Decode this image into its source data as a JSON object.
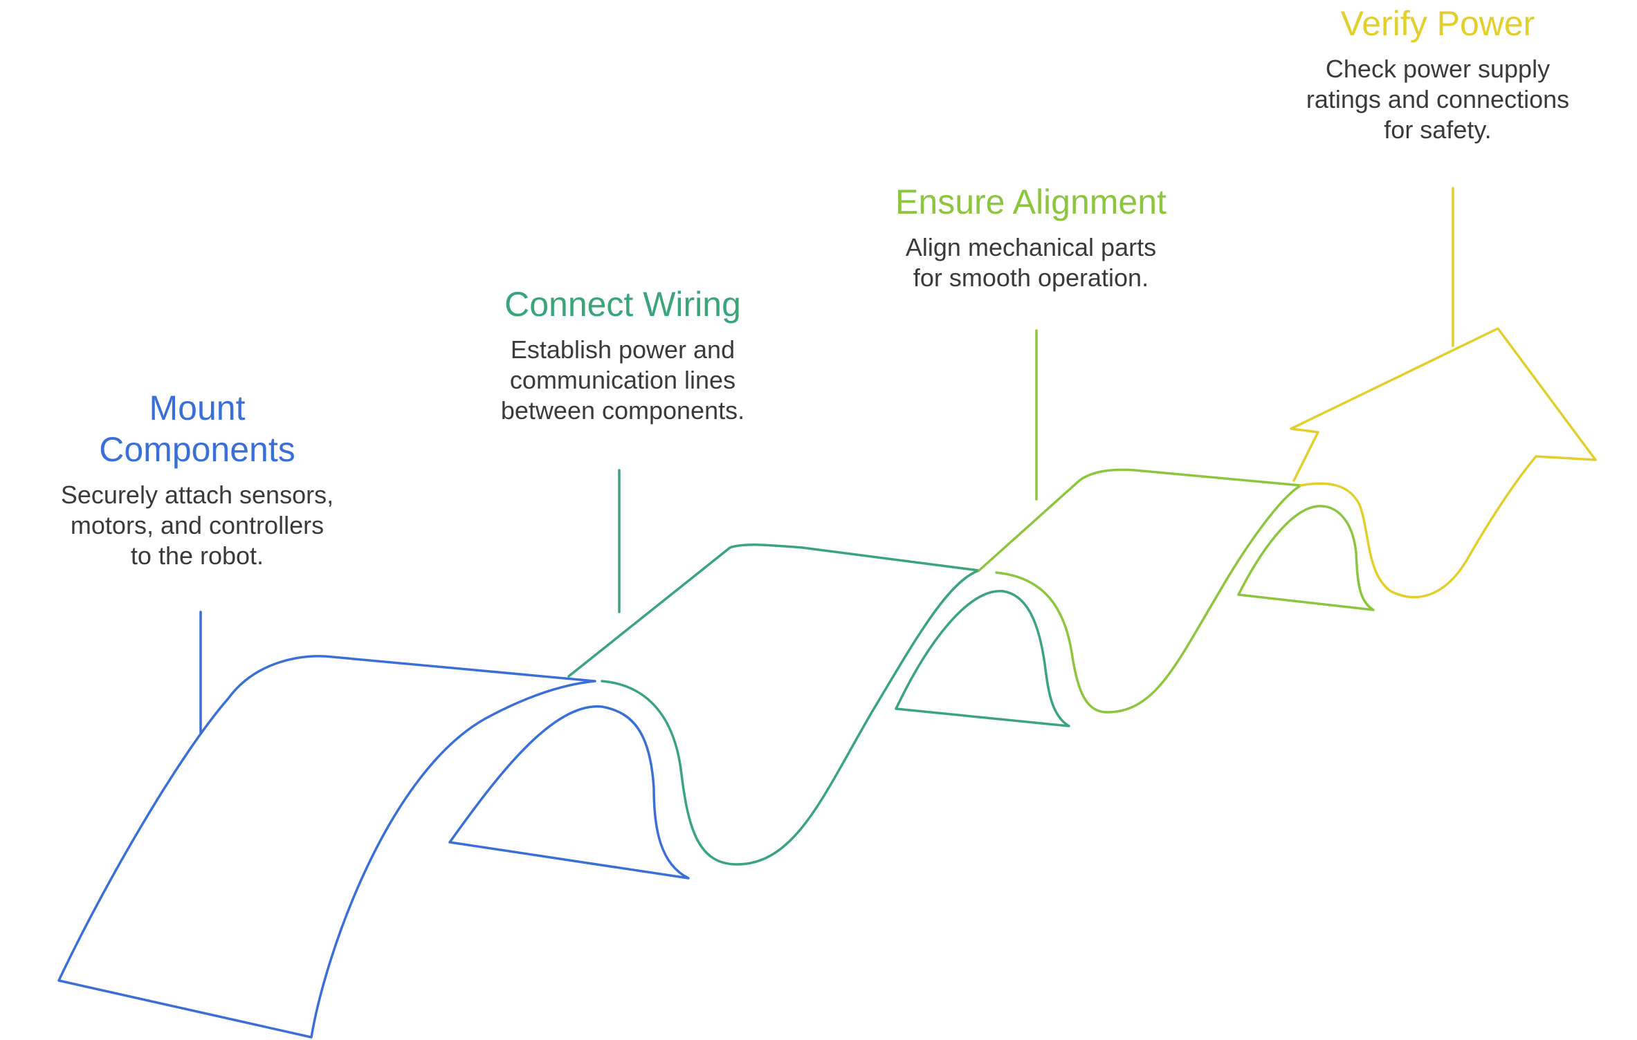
{
  "steps": [
    {
      "title": "Mount\nComponents",
      "description": "Securely attach sensors,\nmotors, and controllers\nto the robot.",
      "color": "#3a6fd8"
    },
    {
      "title": "Connect Wiring",
      "description": "Establish power and\ncommunication lines\nbetween components.",
      "color": "#3aa47a"
    },
    {
      "title": "Ensure Alignment",
      "description": "Align mechanical parts\nfor smooth operation.",
      "color": "#8cc63e"
    },
    {
      "title": "Verify Power",
      "description": "Check power supply\nratings and connections\nfor safety.",
      "color": "#e3cf2c"
    }
  ]
}
